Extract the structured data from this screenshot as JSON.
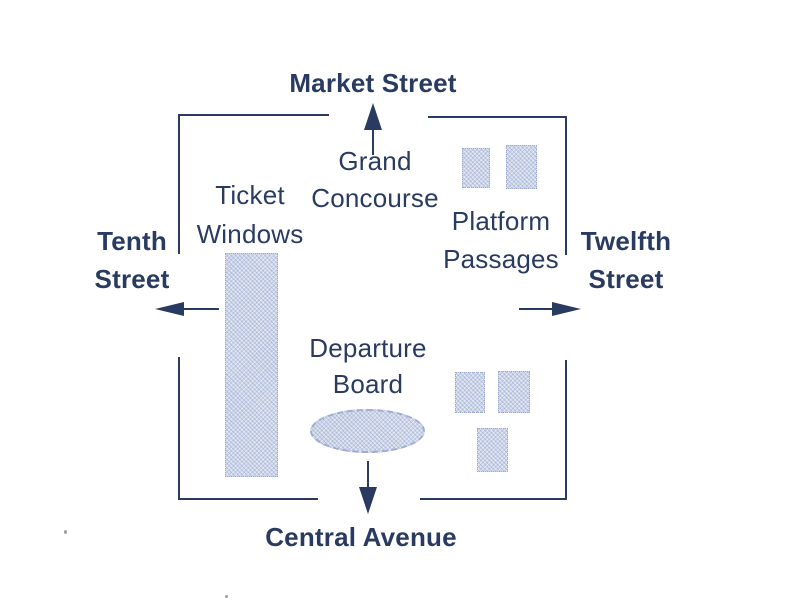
{
  "map": {
    "station_name": "Grand Concourse",
    "streets": {
      "top": "Market Street",
      "left": "Tenth Street",
      "right": "Twelfth Street",
      "bottom": "Central Avenue"
    },
    "areas": {
      "concourse": "Grand Concourse",
      "ticket_windows": "Ticket Windows",
      "platform_passages": "Platform Passages",
      "departure_board": "Departure Board"
    },
    "icons": {
      "up": "arrow-up-icon",
      "down": "arrow-down-icon",
      "left": "arrow-left-icon",
      "right": "arrow-right-icon"
    }
  },
  "colors": {
    "ink": "#2a3b61",
    "fill": "#cbd4e8",
    "edge": "#9fadd1"
  }
}
